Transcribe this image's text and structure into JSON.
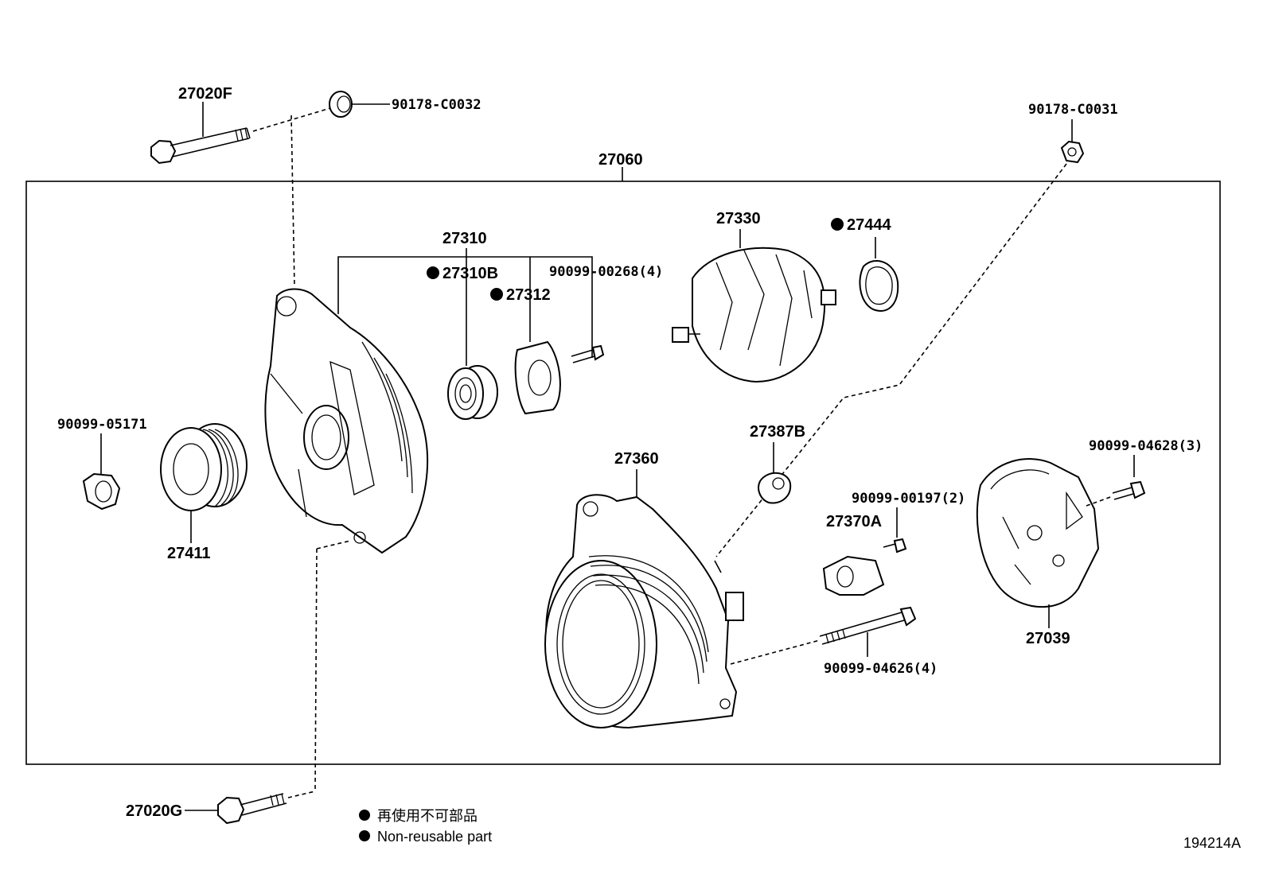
{
  "assembly_label": "27060",
  "parts": {
    "p27020F": "27020F",
    "p90178_C0032": "90178-C0032",
    "p90178_C0031": "90178-C0031",
    "p27310": "27310",
    "p27310B": "27310B",
    "p27312": "27312",
    "p90099_00268": "90099-00268(4)",
    "p27330": "27330",
    "p27444": "27444",
    "p90099_05171": "90099-05171",
    "p27411": "27411",
    "p27387B": "27387B",
    "p27360": "27360",
    "p90099_04628": "90099-04628(3)",
    "p90099_00197": "90099-00197(2)",
    "p27370A": "27370A",
    "p27039": "27039",
    "p90099_04626": "90099-04626(4)",
    "p27020G": "27020G"
  },
  "legend": {
    "japanese": "再使用不可部品",
    "english": "Non-reusable part"
  },
  "figure_code": "194214A"
}
